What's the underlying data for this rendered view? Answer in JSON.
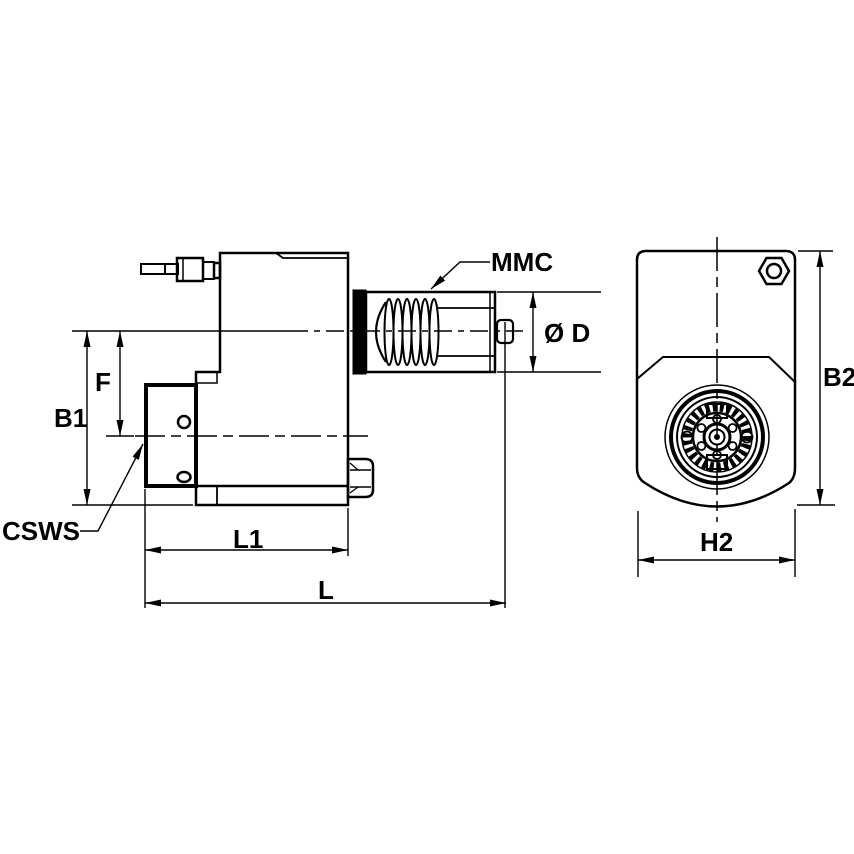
{
  "drawing": {
    "type": "technical-drawing-two-views",
    "colors": {
      "background": "#ffffff",
      "part_fill": "#d9d9d9",
      "line": "#000000"
    },
    "labels": {
      "mmc": "MMC",
      "diameter": "Ø D",
      "b1": "B1",
      "f": "F",
      "csws": "CSWS",
      "l1": "L1",
      "l": "L",
      "b2": "B2",
      "h2": "H2"
    }
  }
}
